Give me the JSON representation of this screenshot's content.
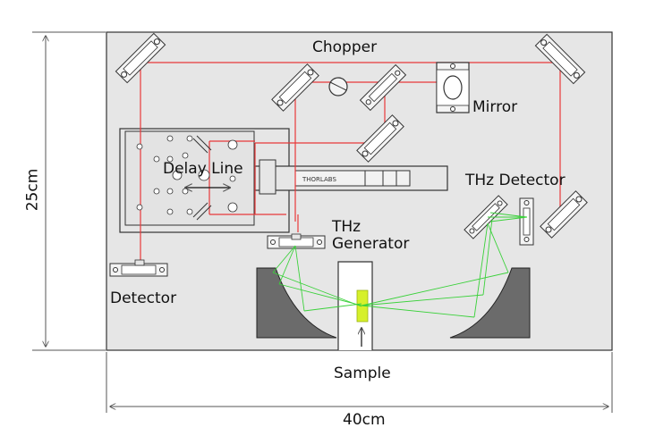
{
  "labels": {
    "chopper": "Chopper",
    "mirror": "Mirror",
    "delay_line": "Delay Line",
    "thz_detector": "THz Detector",
    "thz_generator_line1": "THz",
    "thz_generator_line2": "Generator",
    "detector": "Detector",
    "sample": "Sample",
    "dim_width": "40cm",
    "dim_height": "25cm",
    "stage_brand": "THORLABS"
  },
  "colors": {
    "board": "#e6e6e6",
    "laser": "#e8383a",
    "thz_beam": "#3ad13a",
    "sample": "#d6f02a",
    "parabolic": "#6b6b6b"
  }
}
